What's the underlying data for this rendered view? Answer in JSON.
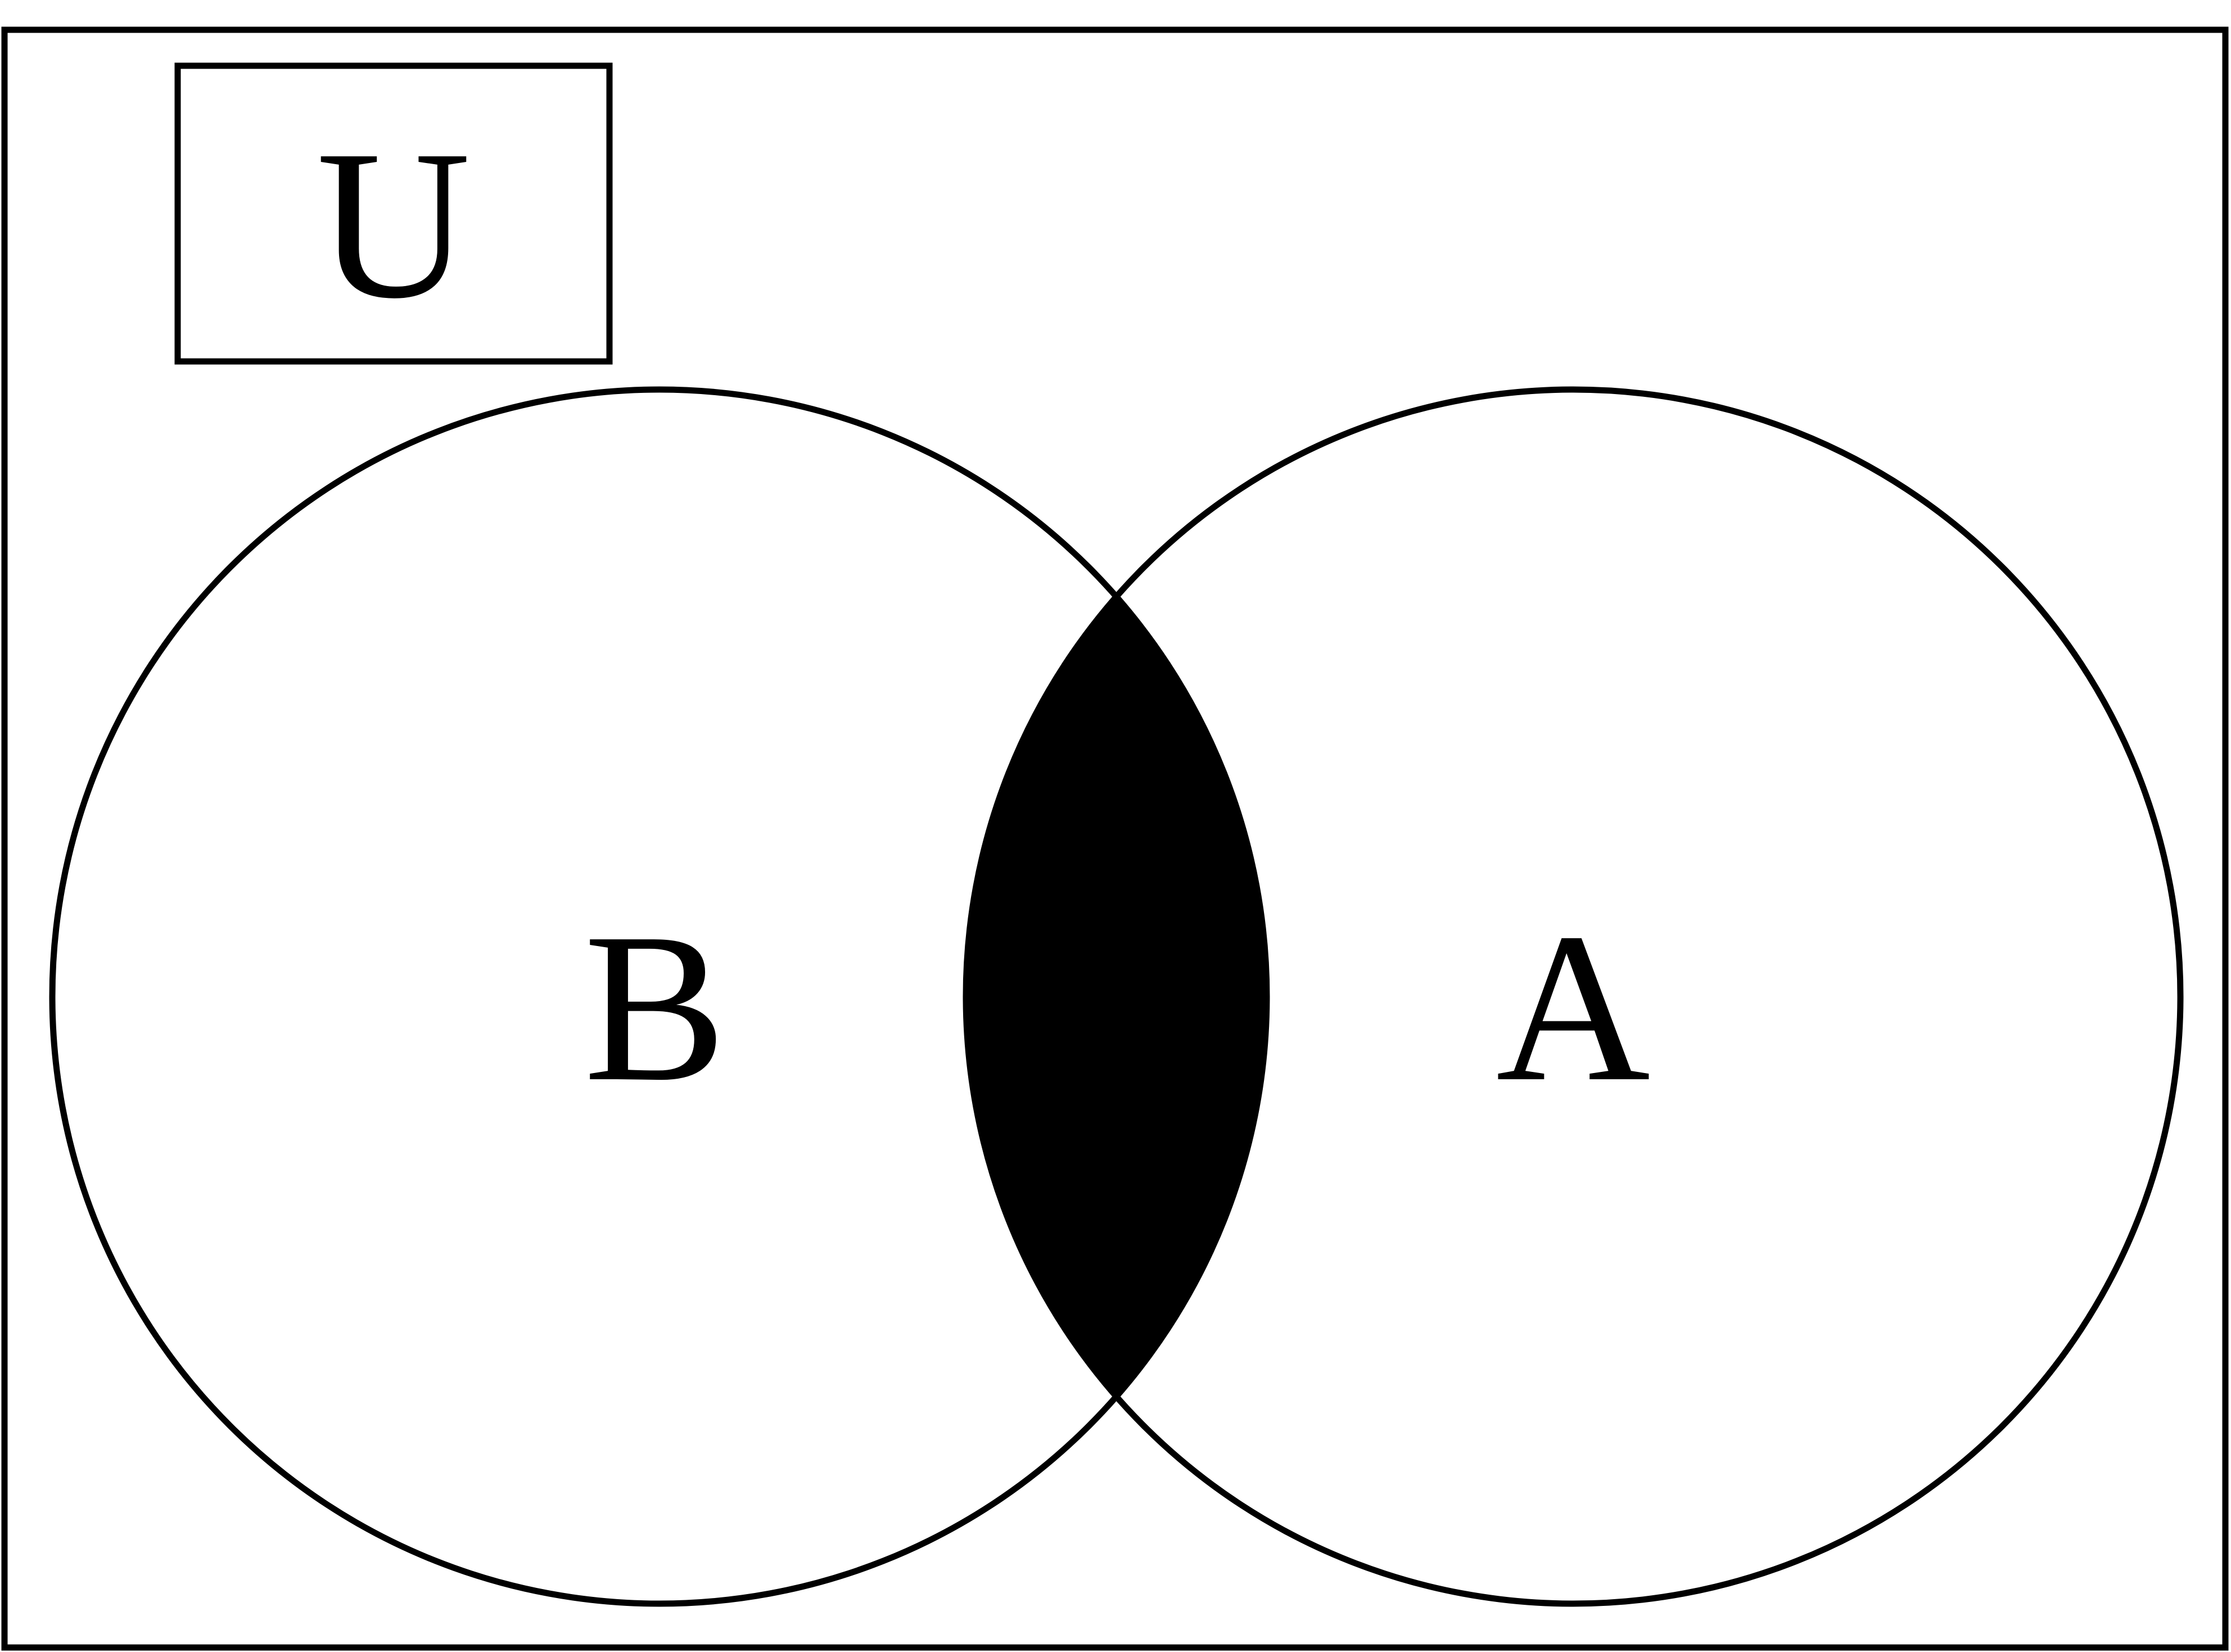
{
  "universe": {
    "label": "U"
  },
  "sets": {
    "left": {
      "label": "B"
    },
    "right": {
      "label": "A"
    }
  },
  "shaded_region": "intersection",
  "colors": {
    "stroke": "#000000",
    "fill": "#000000",
    "background": "#ffffff"
  }
}
